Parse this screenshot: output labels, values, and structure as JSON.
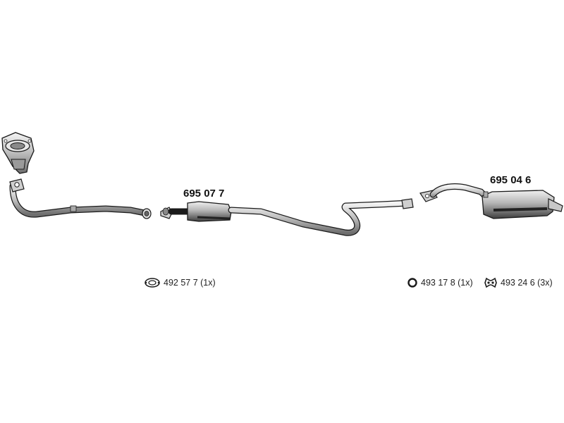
{
  "parts": {
    "center_silencer": "695 07 7",
    "rear_silencer": "695 04 6"
  },
  "accessories": {
    "gasket_oval": "492 57 7 (1x)",
    "ring": "493 17 8 (1x)",
    "hanger": "493 24 6 (3x)"
  },
  "icons": {
    "gasket_oval": "oval-gasket-icon",
    "ring": "ring-icon",
    "hanger": "rubber-hanger-icon"
  },
  "colors": {
    "line": "#1a1a1a",
    "fill_light": "#d8d8d8",
    "fill_dark": "#555555"
  }
}
